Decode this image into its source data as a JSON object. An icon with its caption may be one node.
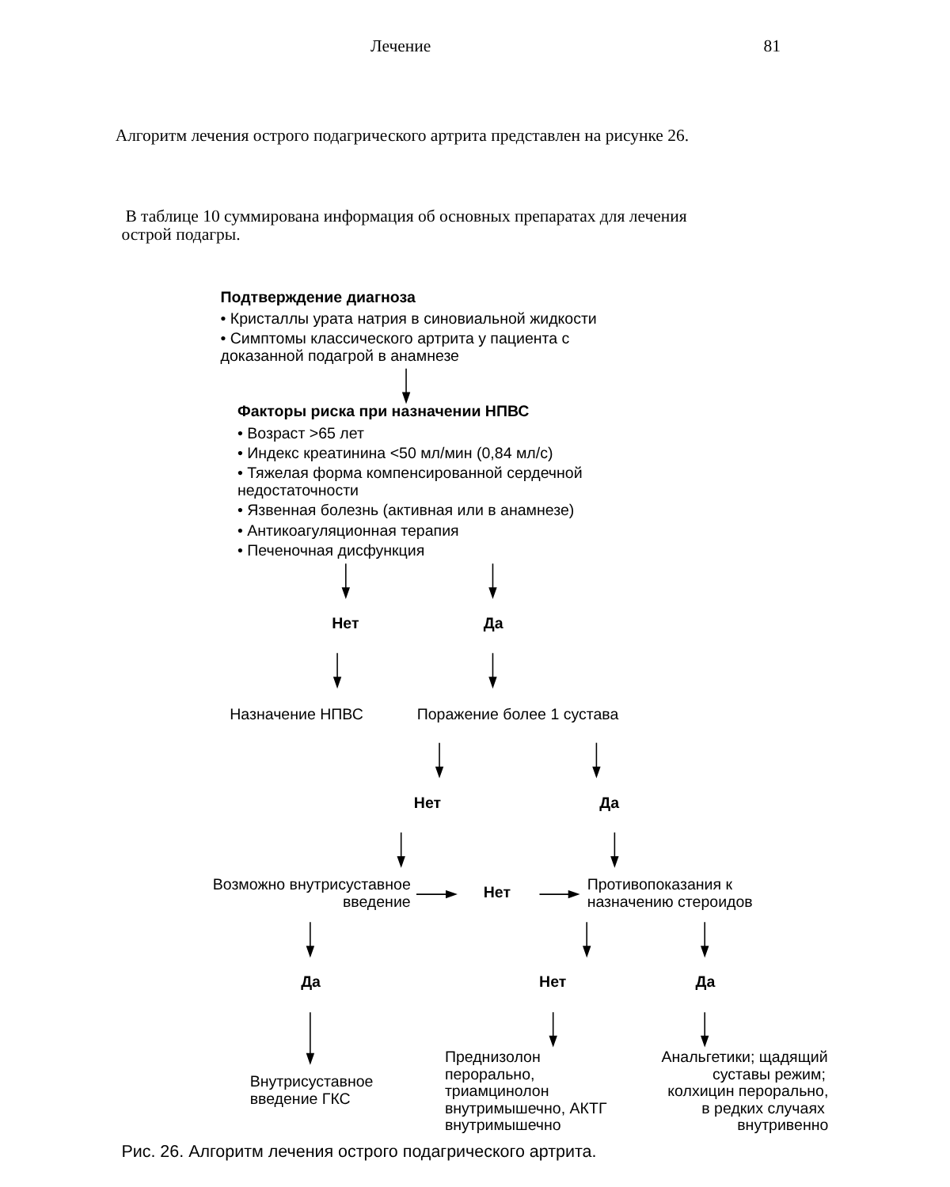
{
  "diagram": {
    "caption": "Рис. 26. Алгоритм лечения острого подагрического артрита.",
    "nodes": [
      {
        "text": [
          "Подтверждение диагноза",
          "• Кристаллы урата натрия в синовиальной жидкости",
          "• Симптомы классического артрита у пациента с доказанной подагрой в анамнезе"
        ]
      },
      {
        "text": [
          "Факторы риска при назначении НПВС",
          "• Возраст >65 лет",
          "• Индекс креатинина <50 мл/мин (0,84 мл/с)",
          "• Тяжелая форма компенсированной сердечной недостаточности",
          "• Язвенная болезнь (активная или в анамнезе)",
          "• Антикоагуляционная терапия",
          "• Печеночная дисфункция"
        ]
      },
      {
        "text": [
          "Нет"
        ]
      },
      {
        "text": [
          "Да"
        ]
      },
      {
        "text": [
          "Назначение НПВС"
        ]
      },
      {
        "text": [
          "Поражение более 1 сустава"
        ]
      },
      {
        "text": [
          "Нет"
        ]
      },
      {
        "text": [
          "Да"
        ]
      },
      {
        "text": [
          "Возможно внутрисуставное введение"
        ]
      },
      {
        "text": [
          "Нет"
        ]
      },
      {
        "text": [
          "Противопоказания к назначению стероидов"
        ]
      },
      {
        "text": [
          "Да"
        ]
      },
      {
        "text": [
          "Внутрисуставное введение ГКС"
        ]
      },
      {
        "text": [
          "Нет"
        ]
      },
      {
        "text": [
          "Да"
        ]
      },
      {
        "text": [
          "Преднизолон перорально, триамцинолон внутримышечно, АКТГ внутримышечно"
        ]
      },
      {
        "text": [
          "Анальгетики; щадящий суставы режим; колхицин перорально, в редких случаях внутривенно"
        ]
      }
    ],
    "edges": [
      {
        "from": 0,
        "to": 1,
        "arrow": "to"
      },
      {
        "from": 1,
        "to": 2,
        "arrow": "to"
      },
      {
        "from": 1,
        "to": 3,
        "arrow": "to"
      },
      {
        "from": 2,
        "to": 4,
        "arrow": "to"
      },
      {
        "from": 3,
        "to": 5,
        "arrow": "to"
      },
      {
        "from": 5,
        "to": 6,
        "arrow": "to"
      },
      {
        "from": 5,
        "to": 7,
        "arrow": "to"
      },
      {
        "from": 6,
        "to": 8,
        "arrow": "to"
      },
      {
        "from": 7,
        "to": 10,
        "arrow": "to"
      },
      {
        "from": 8,
        "to": 9,
        "arrow": "to"
      },
      {
        "from": 9,
        "to": 10,
        "arrow": "to"
      },
      {
        "from": 8,
        "to": 11,
        "arrow": "to"
      },
      {
        "from": 11,
        "to": 12,
        "arrow": "to"
      },
      {
        "from": 10,
        "to": 13,
        "arrow": "to"
      },
      {
        "from": 10,
        "to": 14,
        "arrow": "to"
      },
      {
        "from": 13,
        "to": 15,
        "arrow": "to"
      },
      {
        "from": 14,
        "to": 16,
        "arrow": "to"
      }
    ],
    "labels": [
      "Лечение",
      "81",
      "Алгоритм лечения острого подагрического артрита представлен на рисунке 26.",
      "В таблице 10 суммирована информация об основных препаратах для лечения острой подагры."
    ]
  }
}
